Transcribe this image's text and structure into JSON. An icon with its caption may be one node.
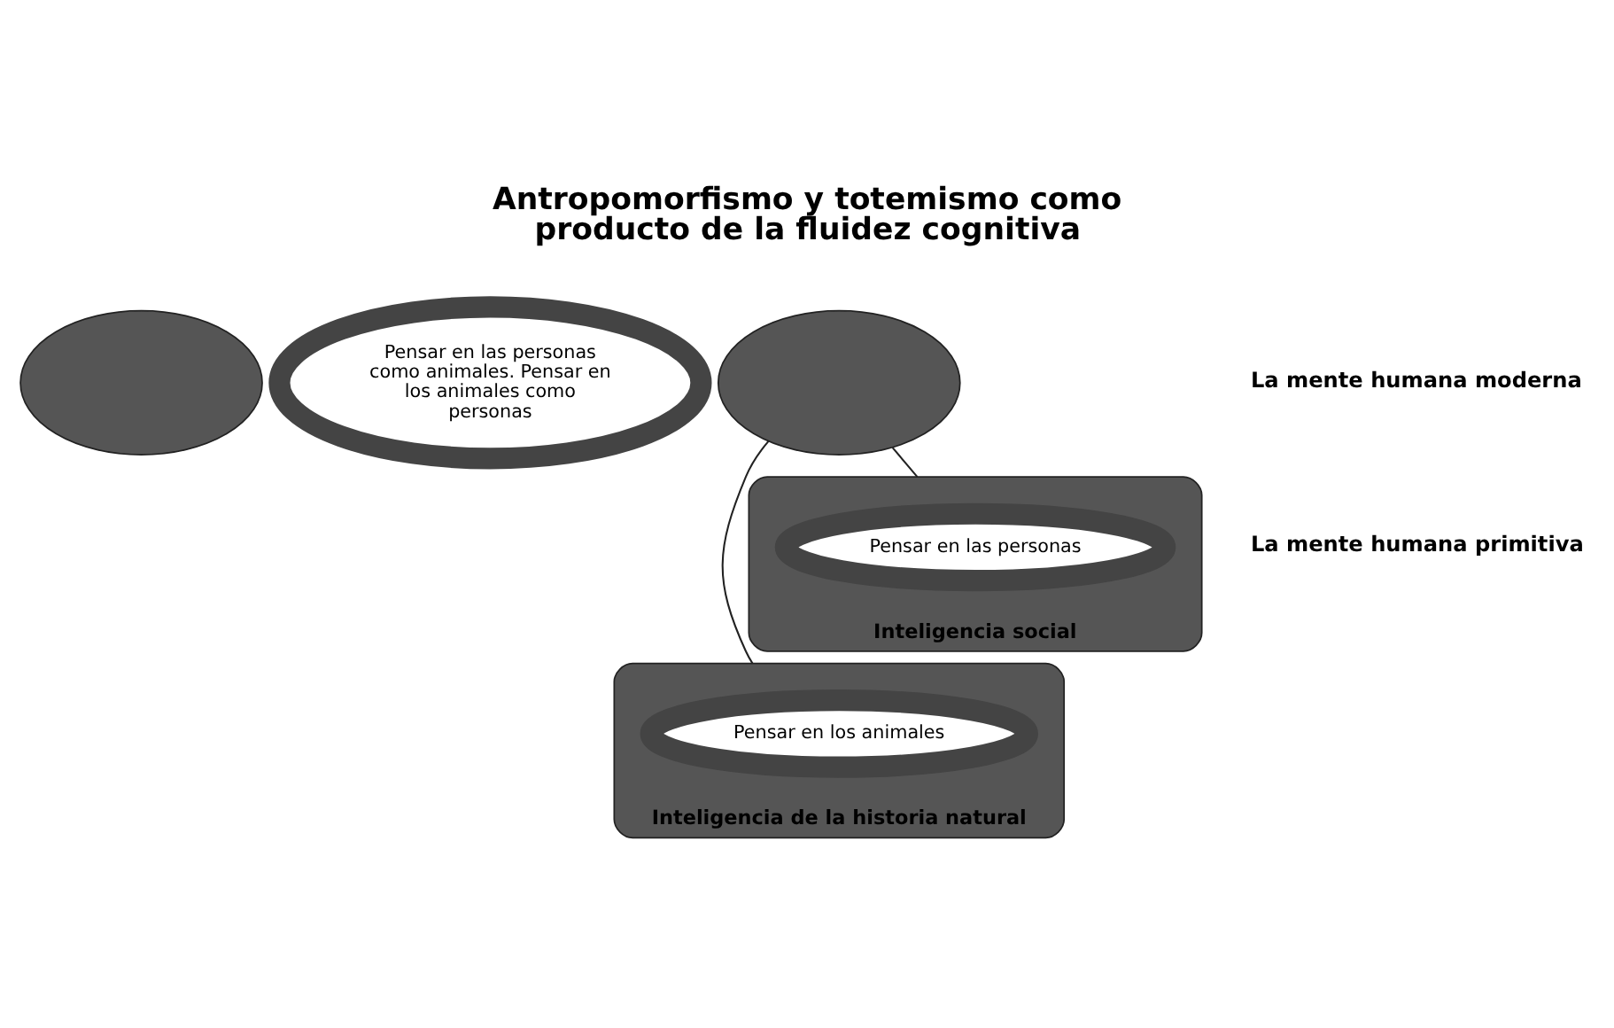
{
  "diagram": {
    "title": "Antropomorfismo y totemismo como producto de la fluidez cognitiva",
    "nodes": [
      {
        "text": [],
        "shape": "ellipse"
      },
      {
        "text": [],
        "shape": "ellipse"
      },
      {
        "text": [
          "Pensar en las personas como animales. Pensar en los animales como personas"
        ]
      },
      {
        "text": [],
        "shape": "ellipse",
        "beside": [
          "Inteligencia de la historia natural"
        ]
      },
      {
        "text": [
          "Pensar en los animales"
        ],
        "in": 3
      },
      {
        "text": [],
        "shape": "ellipse",
        "beside": [
          "Inteligencia social"
        ]
      },
      {
        "text": [
          "Pensar en las personas"
        ],
        "in": 5
      }
    ],
    "edges": [
      {
        "from": 1,
        "to": 4,
        "arrow": "none"
      },
      {
        "from": 1,
        "to": 6,
        "arrow": "none"
      }
    ],
    "labels": [
      "La mente humana moderna",
      "La mente humana primitiva"
    ]
  }
}
